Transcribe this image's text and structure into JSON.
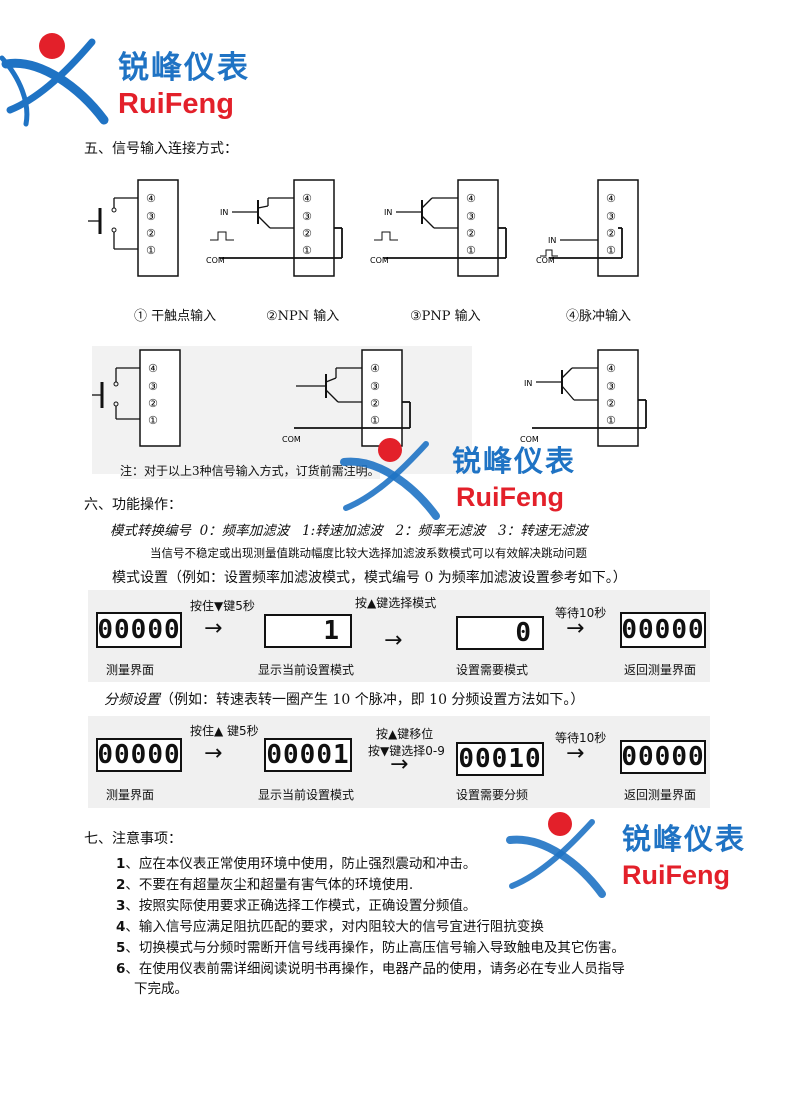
{
  "brand": {
    "cn": "锐峰仪表",
    "en": "RuiFeng"
  },
  "section5": {
    "title": "五、信号输入连接方式：",
    "captions": [
      "① 干触点输入",
      "②NPN 输入",
      "③PNP 输入",
      "④脉冲输入"
    ],
    "terminals": [
      "④",
      "③",
      "②",
      "①"
    ],
    "in_label": "IN",
    "com_label": "COM",
    "note": "注：对于以上3种信号输入方式，订货前需注明。"
  },
  "section6": {
    "title": "六、功能操作：",
    "modes_line": "模式转换编号  0：频率加滤波   1:转速加滤波   2：频率无滤波   3：转速无滤波",
    "hint": "当信号不稳定或出现测量值跳动幅度比较大选择加滤波系数模式可以有效解决跳动问题",
    "mode_setting": "模式设置（例如：设置频率加滤波模式，模式编号 0 为频率加滤波设置参考如下。）",
    "flow1": {
      "displays": [
        "00000",
        "1",
        "0",
        "00000"
      ],
      "steps": [
        "按住▼键5秒",
        "按▲键选择模式",
        "等待10秒"
      ],
      "labels": [
        "测量界面",
        "显示当前设置模式",
        "设置需要模式",
        "返回测量界面"
      ]
    },
    "divider_setting": "分频设置（例如：转速表转一圈产生 10 个脉冲，即 10 分频设置方法如下。）",
    "divider_prefix": "分频设置",
    "divider_rest": "（例如：转速表转一圈产生 10 个脉冲，即 10 分频设置方法如下。）",
    "flow2": {
      "displays": [
        "00000",
        "00001",
        "00010",
        "00000"
      ],
      "steps": [
        "按住▲ 键5秒",
        "按▲键移位",
        "按▼键选择0-9",
        "等待10秒"
      ],
      "labels": [
        "测量界面",
        "显示当前设置模式",
        "设置需要分频",
        "返回测量界面"
      ]
    },
    "arrow": "→"
  },
  "section7": {
    "title": "七、注意事项：",
    "items": [
      {
        "num": "1",
        "text": "、应在本仪表正常使用环境中使用，防止强烈震动和冲击。"
      },
      {
        "num": "2",
        "text": "、不要在有超量灰尘和超量有害气体的环境使用."
      },
      {
        "num": "3",
        "text": "、按照实际使用要求正确选择工作模式，正确设置分频值。"
      },
      {
        "num": "4",
        "text": "、输入信号应满足阻抗匹配的要求，对内阻较大的信号宜进行阻抗变换"
      },
      {
        "num": "5",
        "text": "、切换模式与分频时需断开信号线再操作，防止高压信号输入导致触电及其它伤害。"
      },
      {
        "num": "6",
        "text": "、在使用仪表前需详细阅读说明书再操作，电器产品的使用，请务必在专业人员指导"
      }
    ],
    "item6_cont": "下完成。"
  },
  "colors": {
    "brand_blue": "#1f73c4",
    "brand_red": "#e3202a",
    "panel_bg": "#f0f0f0"
  }
}
